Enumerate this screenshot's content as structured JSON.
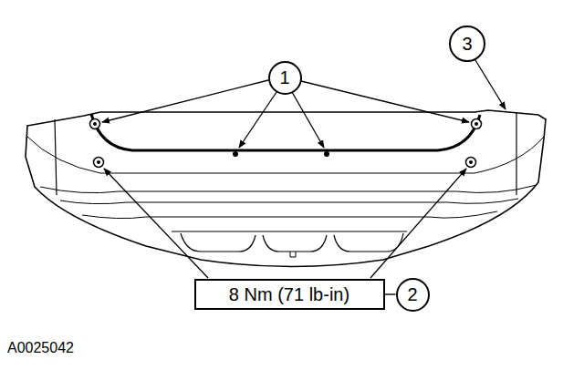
{
  "diagram": {
    "nodes": [
      {
        "text": [
          "1"
        ]
      },
      {
        "text": [
          "3"
        ]
      },
      {
        "text": [
          "8 Nm (71 lb-in)"
        ]
      },
      {
        "text": [
          "2"
        ]
      }
    ],
    "edges": [
      {
        "from": 2,
        "to": 3,
        "arrow": "none"
      }
    ],
    "labels": [
      "A0025042"
    ]
  }
}
